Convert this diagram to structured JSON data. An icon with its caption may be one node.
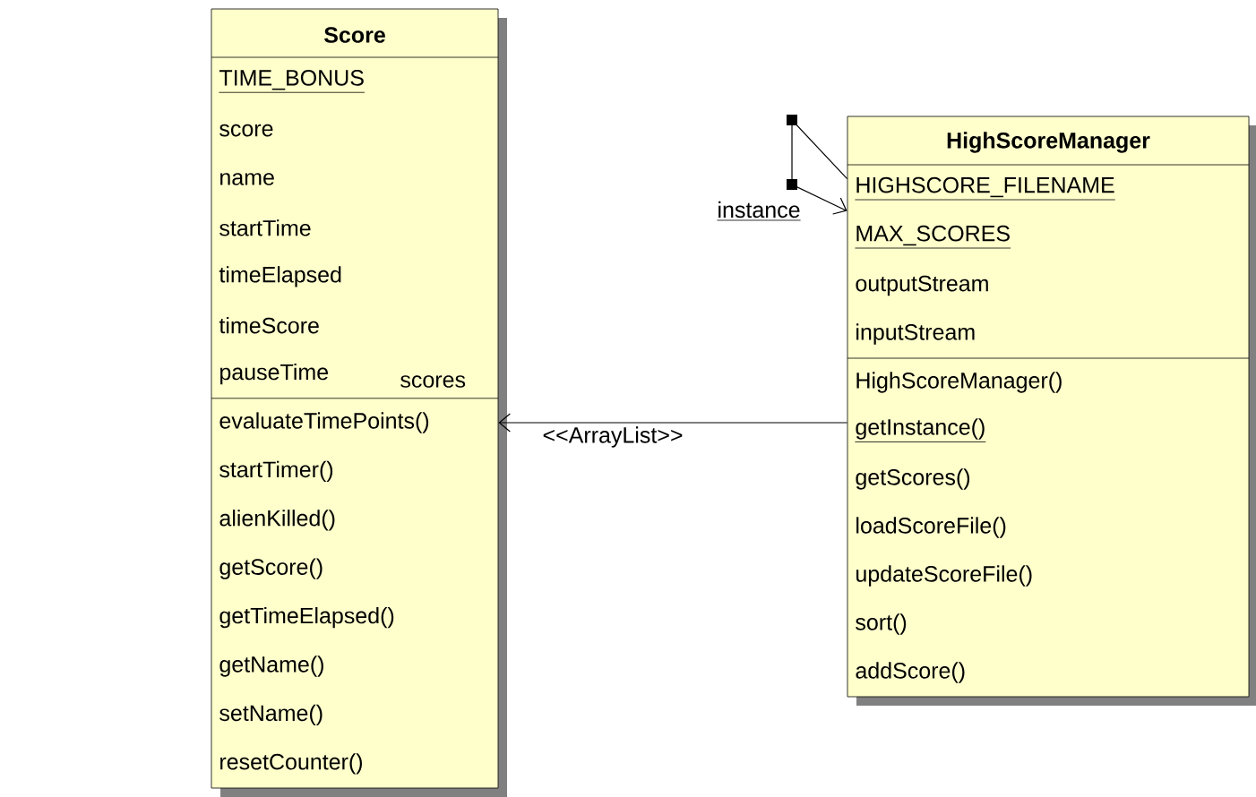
{
  "diagram": {
    "nodes": [
      {
        "text": [
          "Score",
          "TIME_BONUS",
          "score",
          "name",
          "startTime",
          "timeElapsed",
          "timeScore",
          "pauseTime",
          "evaluateTimePoints()",
          "startTimer()",
          "alienKilled()",
          "getScore()",
          "getTimeElapsed()",
          "getName()",
          "setName()",
          "resetCounter()"
        ]
      },
      {
        "text": [
          "HighScoreManager",
          "HIGHSCORE_FILENAME",
          "MAX_SCORES",
          "outputStream",
          "inputStream",
          "HighScoreManager()",
          "getInstance()",
          "getScores()",
          "loadScoreFile()",
          "updateScoreFile()",
          "sort()",
          "addScore()"
        ]
      }
    ],
    "edges": [
      {
        "from": 1,
        "to": 1,
        "arrow": "to",
        "label": "instance"
      },
      {
        "from": 1,
        "to": 0,
        "arrow": "to",
        "label": "scores"
      }
    ],
    "labels": [
      "<<ArrayList>>"
    ]
  }
}
